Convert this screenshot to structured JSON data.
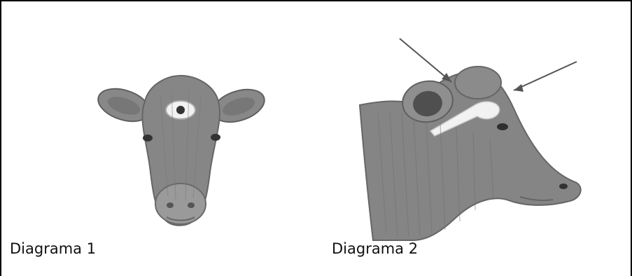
{
  "captions": {
    "diagram1": "Diagrama 1",
    "diagram2": "Diagrama 2"
  },
  "illustrations": {
    "left": "cow-head-front-view",
    "right": "cow-head-side-view"
  },
  "colors": {
    "frame": "#000000",
    "fur": "#8b8b8b",
    "fur_dark": "#6f6f6f",
    "marker": "#f1f1f1"
  }
}
